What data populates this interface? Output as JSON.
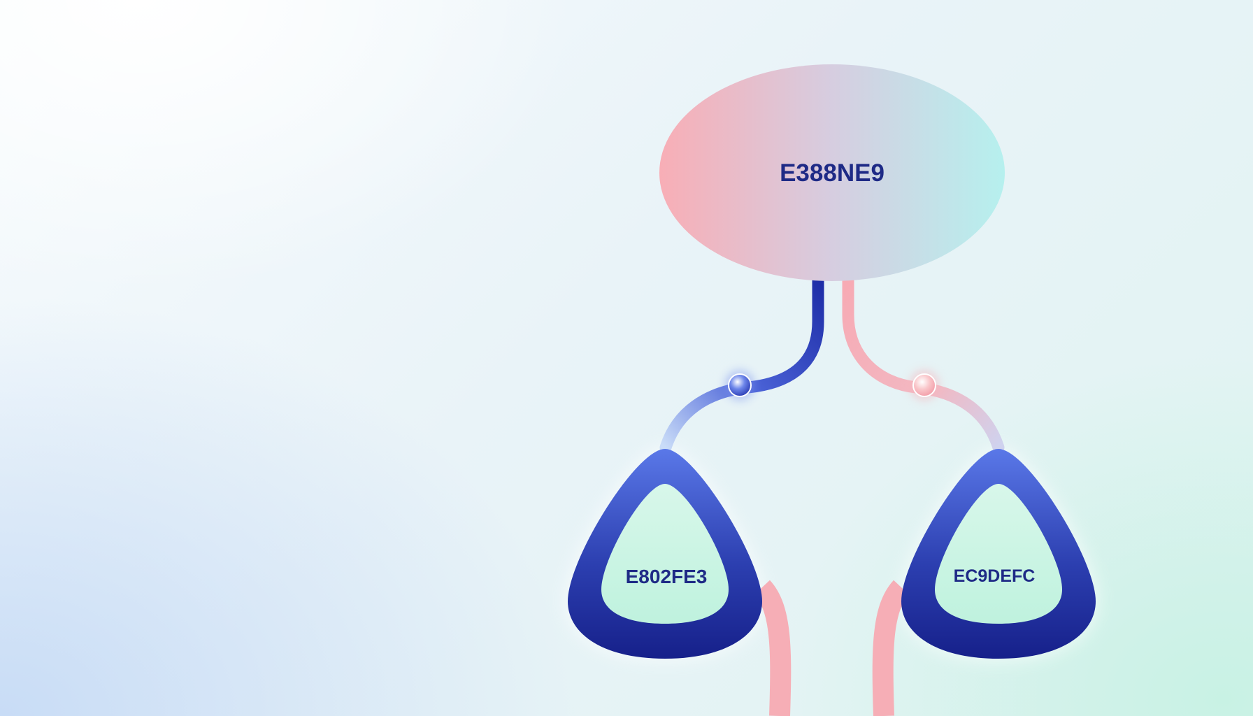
{
  "nodes": {
    "root": {
      "label": "E388NE9"
    },
    "left_child": {
      "label": "E802FE3"
    },
    "right_child": {
      "label": "EC9DEFC"
    }
  },
  "colors": {
    "navy": "#1e2a9a",
    "pink": "#f6aeb8",
    "aqua": "#b9eeee",
    "mint": "#c8f4e2"
  }
}
